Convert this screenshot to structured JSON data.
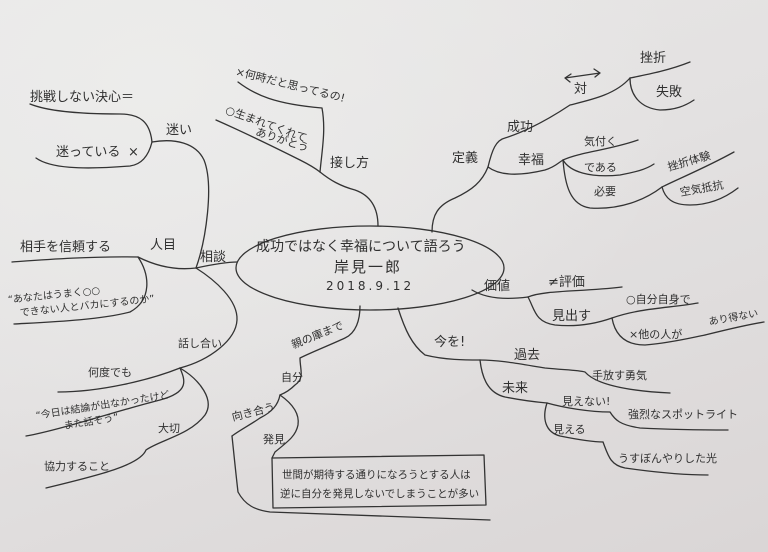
{
  "center": {
    "title": "成功ではなく幸福について語ろう",
    "author": "岸見一郎",
    "date": "2018.9.12"
  },
  "mayoi": {
    "label": "迷い",
    "decision": "挑戦しない決心＝",
    "hesitating": "迷っている",
    "hesitating_mark": "×"
  },
  "sesshikata": {
    "label": "接し方",
    "bad": "×何時だと思ってるの!",
    "good_line1": "○生まれてくれて",
    "good_line2": "ありがとう"
  },
  "teigi": {
    "label": "定義",
    "seikou": {
      "label": "成功",
      "arrow": "↔",
      "opposite": "対",
      "zasetsu": "挫折",
      "shippai": "失敗"
    },
    "koufuku": {
      "label": "幸福",
      "kizuku": "気付く",
      "dearu": "である",
      "hitsuyou": "必要",
      "zasetsu_taiken": "挫折体験",
      "kuuki_teikou": "空気抵抗"
    }
  },
  "kachi": {
    "label": "価値",
    "not_hyouka": "≠評価",
    "midasu": "見出す",
    "jibun_jishin": "○自分自身で",
    "tanin": "×他の人が",
    "arienai": "あり得ない"
  },
  "ima": {
    "label": "今を!",
    "kako": "過去",
    "tebanasu": "手放す勇気",
    "mirai": "未来",
    "mienai": "見えない!",
    "spotlight": "強烈なスポットライト",
    "mieru": "見える",
    "usubonyari": "うすぼんやりした光"
  },
  "oya": {
    "label": "親の庫まで",
    "jibun": "自分",
    "mukiau": "向き合う",
    "hakken": "発見"
  },
  "note": {
    "line1": "世間が期待する通りになろうとする人は",
    "line2": "逆に自分を発見しないでしまうことが多い"
  },
  "soudan": {
    "label": "相談",
    "hitome": {
      "label": "人目",
      "trust": "相手を信頼する",
      "quote_line1": "“あなたはうまく○○",
      "quote_line2": "できない人とバカにするのか”"
    },
    "hanashiai": {
      "label": "話し合い",
      "nandodemo": "何度でも",
      "quote_line1": "“今日は結論が出なかったけど",
      "quote_line2": "また話そう”",
      "taisetsu": "大切",
      "kyouryoku": "協力すること"
    }
  },
  "colors": {
    "ink": "#333333",
    "paper": "#e4e2e2"
  }
}
